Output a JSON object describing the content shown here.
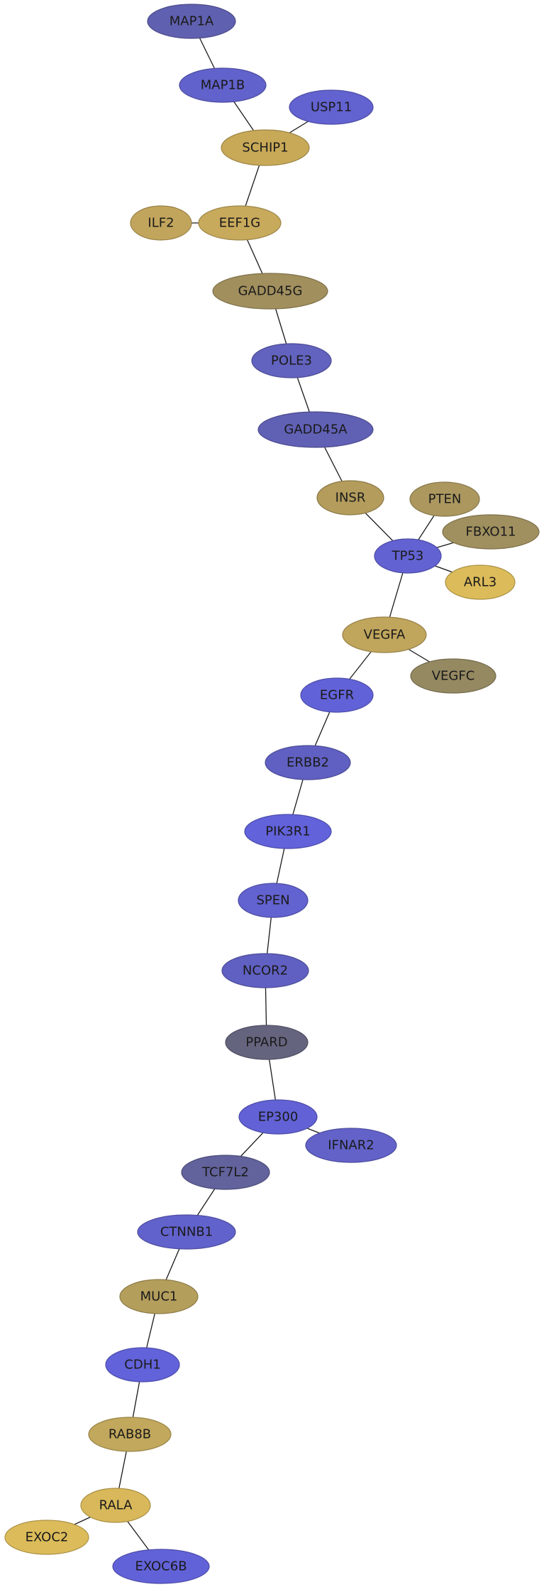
{
  "graph": {
    "nodes": [
      {
        "id": "MAP1A",
        "label": "MAP1A",
        "color": "#6060b0"
      },
      {
        "id": "MAP1B",
        "label": "MAP1B",
        "color": "#6262cc"
      },
      {
        "id": "USP11",
        "label": "USP11",
        "color": "#6262d0"
      },
      {
        "id": "SCHIP1",
        "label": "SCHIP1",
        "color": "#c8a958"
      },
      {
        "id": "ILF2",
        "label": "ILF2",
        "color": "#c2a55c"
      },
      {
        "id": "EEF1G",
        "label": "EEF1G",
        "color": "#c8aa5c"
      },
      {
        "id": "GADD45G",
        "label": "GADD45G",
        "color": "#a18f5e"
      },
      {
        "id": "POLE3",
        "label": "POLE3",
        "color": "#6262bf"
      },
      {
        "id": "GADD45A",
        "label": "GADD45A",
        "color": "#6060b5"
      },
      {
        "id": "INSR",
        "label": "INSR",
        "color": "#b39c5c"
      },
      {
        "id": "PTEN",
        "label": "PTEN",
        "color": "#ac985f"
      },
      {
        "id": "FBXO11",
        "label": "FBXO11",
        "color": "#a0905f"
      },
      {
        "id": "TP53",
        "label": "TP53",
        "color": "#6262d2"
      },
      {
        "id": "ARL3",
        "label": "ARL3",
        "color": "#dcbb5a"
      },
      {
        "id": "VEGFA",
        "label": "VEGFA",
        "color": "#c0a55c"
      },
      {
        "id": "VEGFC",
        "label": "VEGFC",
        "color": "#958962"
      },
      {
        "id": "EGFR",
        "label": "EGFR",
        "color": "#6262d8"
      },
      {
        "id": "ERBB2",
        "label": "ERBB2",
        "color": "#6060c2"
      },
      {
        "id": "PIK3R1",
        "label": "PIK3R1",
        "color": "#6262db"
      },
      {
        "id": "SPEN",
        "label": "SPEN",
        "color": "#6262d0"
      },
      {
        "id": "NCOR2",
        "label": "NCOR2",
        "color": "#6060c2"
      },
      {
        "id": "PPARD",
        "label": "PPARD",
        "color": "#64647e"
      },
      {
        "id": "EP300",
        "label": "EP300",
        "color": "#6262d6"
      },
      {
        "id": "IFNAR2",
        "label": "IFNAR2",
        "color": "#6262c9"
      },
      {
        "id": "TCF7L2",
        "label": "TCF7L2",
        "color": "#62629c"
      },
      {
        "id": "CTNNB1",
        "label": "CTNNB1",
        "color": "#6262cc"
      },
      {
        "id": "MUC1",
        "label": "MUC1",
        "color": "#b49e5c"
      },
      {
        "id": "CDH1",
        "label": "CDH1",
        "color": "#6262da"
      },
      {
        "id": "RAB8B",
        "label": "RAB8B",
        "color": "#c2a85c"
      },
      {
        "id": "RALA",
        "label": "RALA",
        "color": "#d8b85a"
      },
      {
        "id": "EXOC2",
        "label": "EXOC2",
        "color": "#dcbb5a"
      },
      {
        "id": "EXOC6B",
        "label": "EXOC6B",
        "color": "#6262d8"
      }
    ],
    "edges": [
      [
        "MAP1A",
        "MAP1B"
      ],
      [
        "MAP1B",
        "SCHIP1"
      ],
      [
        "USP11",
        "SCHIP1"
      ],
      [
        "SCHIP1",
        "EEF1G"
      ],
      [
        "ILF2",
        "EEF1G"
      ],
      [
        "EEF1G",
        "GADD45G"
      ],
      [
        "GADD45G",
        "POLE3"
      ],
      [
        "POLE3",
        "GADD45A"
      ],
      [
        "GADD45A",
        "INSR"
      ],
      [
        "INSR",
        "TP53"
      ],
      [
        "PTEN",
        "TP53"
      ],
      [
        "FBXO11",
        "TP53"
      ],
      [
        "TP53",
        "ARL3"
      ],
      [
        "TP53",
        "VEGFA"
      ],
      [
        "VEGFA",
        "VEGFC"
      ],
      [
        "VEGFA",
        "EGFR"
      ],
      [
        "EGFR",
        "ERBB2"
      ],
      [
        "ERBB2",
        "PIK3R1"
      ],
      [
        "PIK3R1",
        "SPEN"
      ],
      [
        "SPEN",
        "NCOR2"
      ],
      [
        "NCOR2",
        "PPARD"
      ],
      [
        "PPARD",
        "EP300"
      ],
      [
        "EP300",
        "IFNAR2"
      ],
      [
        "EP300",
        "TCF7L2"
      ],
      [
        "TCF7L2",
        "CTNNB1"
      ],
      [
        "CTNNB1",
        "MUC1"
      ],
      [
        "MUC1",
        "CDH1"
      ],
      [
        "CDH1",
        "RAB8B"
      ],
      [
        "RAB8B",
        "RALA"
      ],
      [
        "RALA",
        "EXOC2"
      ],
      [
        "RALA",
        "EXOC6B"
      ]
    ]
  }
}
